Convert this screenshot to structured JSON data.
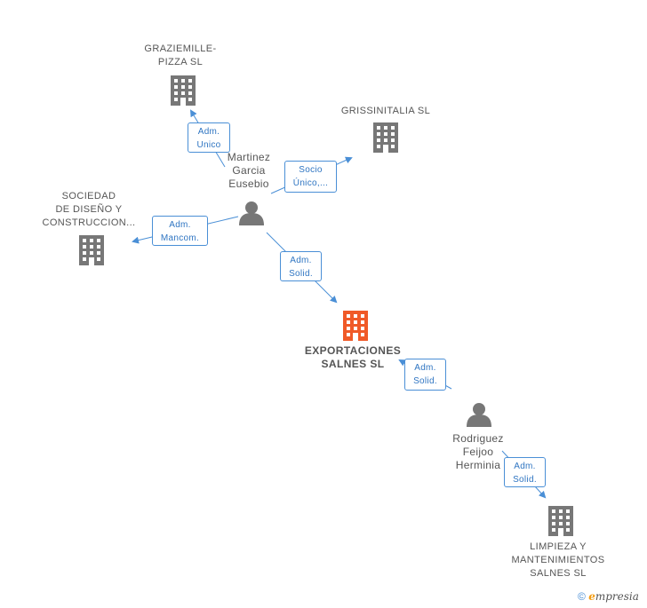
{
  "companies": [
    {
      "id": "graziemille",
      "label": "GRAZIEMILLE-\nPIZZA SL",
      "color": "#777777"
    },
    {
      "id": "grissinitalia",
      "label": "GRISSINITALIA SL",
      "color": "#777777"
    },
    {
      "id": "sociedad",
      "label": "SOCIEDAD\nDE DISEÑO Y\nCONSTRUCCION...",
      "color": "#777777"
    },
    {
      "id": "exportaciones",
      "label": "EXPORTACIONES\nSALNES SL",
      "color": "#f05a28"
    },
    {
      "id": "limpieza",
      "label": "LIMPIEZA Y\nMANTENIMIENTOS\nSALNES SL",
      "color": "#777777"
    }
  ],
  "persons": [
    {
      "id": "martinez",
      "label": "Martinez\nGarcia\nEusebio"
    },
    {
      "id": "rodriguez",
      "label": "Rodriguez\nFeijoo\nHerminia"
    }
  ],
  "roles": [
    {
      "id": "adm-unico",
      "label": "Adm.\nUnico"
    },
    {
      "id": "socio-unico",
      "label": "Socio\nÚnico,..."
    },
    {
      "id": "adm-mancom",
      "label": "Adm.\nMancom."
    },
    {
      "id": "adm-solid-1",
      "label": "Adm.\nSolid."
    },
    {
      "id": "adm-solid-2",
      "label": "Adm.\nSolid."
    },
    {
      "id": "adm-solid-3",
      "label": "Adm.\nSolid."
    }
  ],
  "colors": {
    "edge": "#4a8fd6",
    "node": "#777777",
    "focus": "#f05a28"
  },
  "footer": {
    "copyright": "©",
    "brand_e": "e",
    "brand_rest": "mpresia"
  }
}
